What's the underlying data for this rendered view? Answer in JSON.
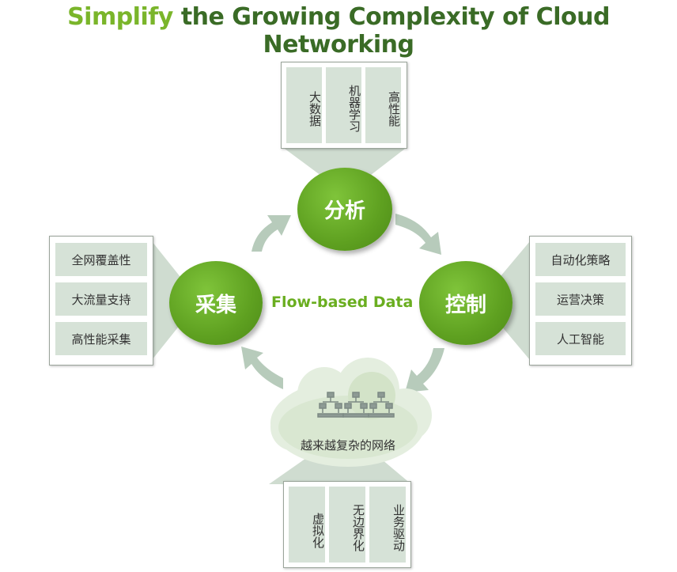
{
  "title": {
    "accent": "Simplify",
    "rest": " the Growing Complexity of Cloud Networking"
  },
  "center_label": "Flow-based Data",
  "nodes": {
    "top": "分析",
    "left": "采集",
    "right": "控制"
  },
  "top_panel": [
    "大数据",
    "机器学习",
    "高性能"
  ],
  "left_panel": [
    "全网覆盖性",
    "大流量支持",
    "高性能采集"
  ],
  "right_panel": [
    "自动化策略",
    "运营决策",
    "人工智能"
  ],
  "bottom_panel": [
    "虚拟化",
    "无边界化",
    "业务驱动"
  ],
  "cloud_label": "越来越复杂的网络",
  "colors": {
    "title_dark": "#3a6b26",
    "title_accent": "#7ab52a",
    "node_green": "#5ea020",
    "cell_bg": "#d6e2d7",
    "arrow": "#b7cbbb"
  }
}
